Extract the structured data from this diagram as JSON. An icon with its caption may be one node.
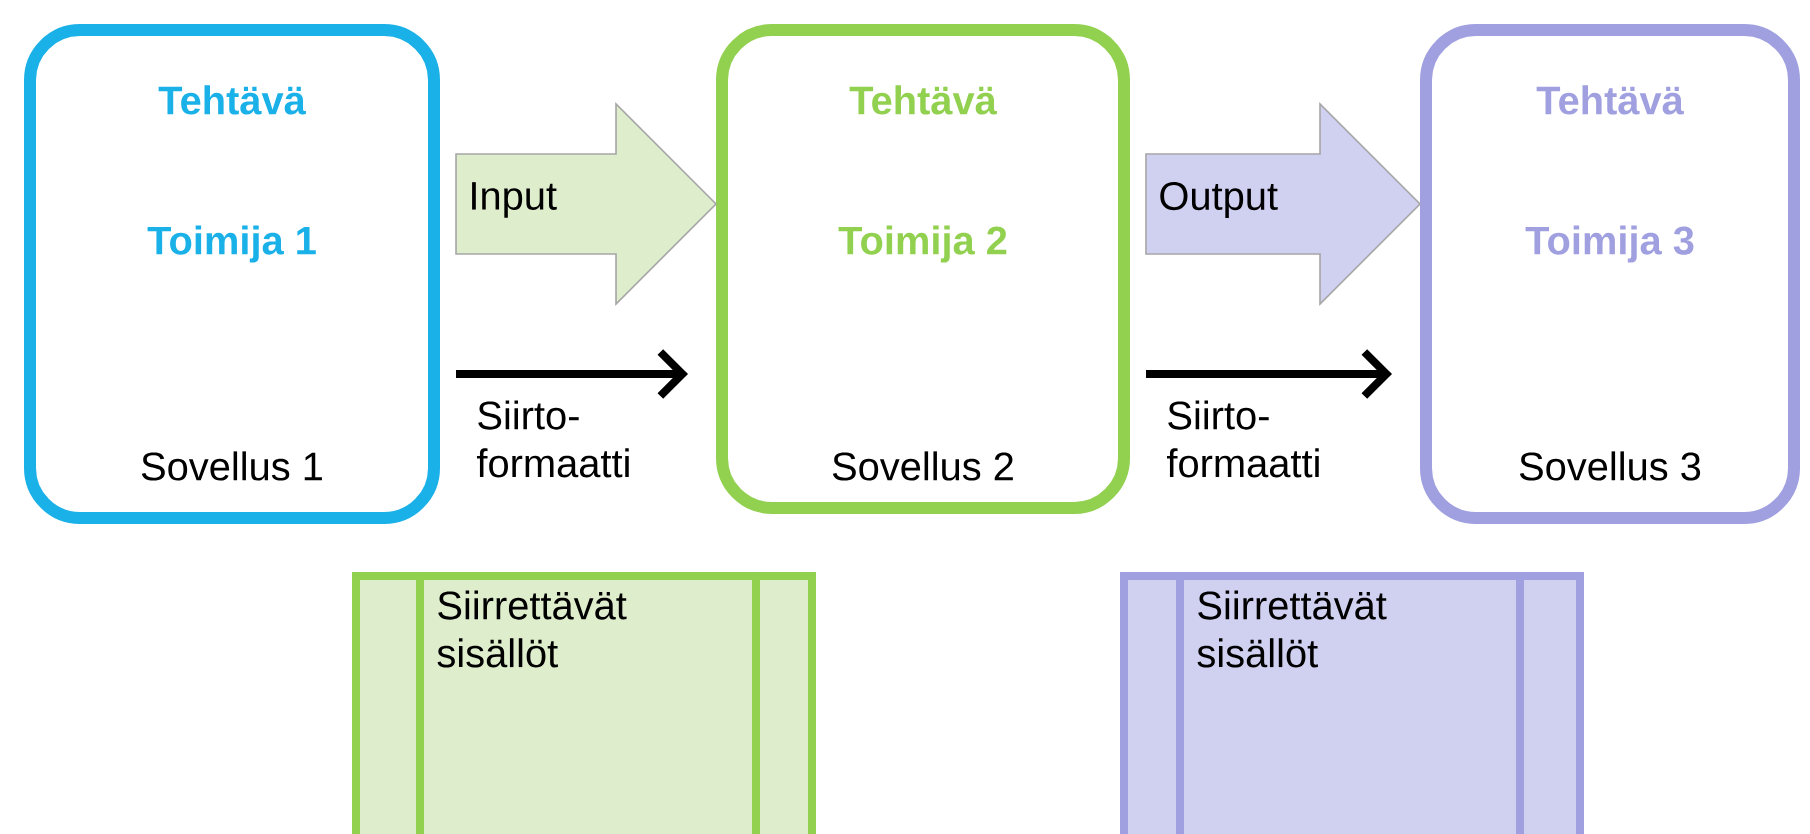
{
  "diagram": {
    "nodes": [
      {
        "text": [
          "Tehtävä",
          "Toimija 1",
          "Sovellus 1"
        ]
      },
      {
        "text": [
          "Tehtävä",
          "Toimija 2",
          "Sovellus 2"
        ]
      },
      {
        "text": [
          "Tehtävä",
          "Toimija 3",
          "Sovellus 3"
        ]
      },
      {
        "text": [
          "Siirrettävät sisällöt"
        ]
      },
      {
        "text": [
          "Siirrettävät sisällöt"
        ]
      }
    ],
    "edges": [
      {
        "from": 0,
        "to": 1,
        "arrow": "to",
        "label": "Input",
        "style": "thick"
      },
      {
        "from": 1,
        "to": 2,
        "arrow": "to",
        "label": "Output",
        "style": "thick"
      },
      {
        "from": 0,
        "to": 1,
        "arrow": "to",
        "label": "Siirto- formaatti"
      },
      {
        "from": 1,
        "to": 2,
        "arrow": "to",
        "label": "Siirto- formaatti"
      }
    ]
  }
}
